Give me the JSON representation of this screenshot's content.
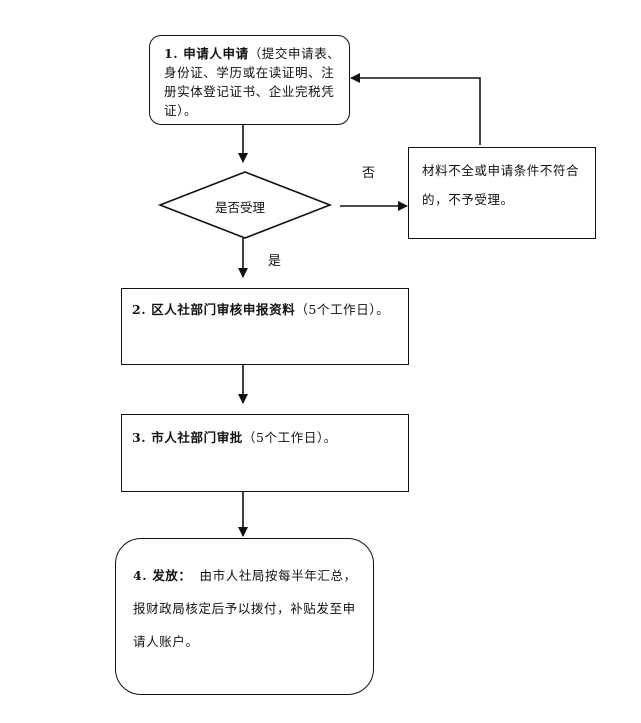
{
  "steps": {
    "step1": {
      "title": "1. 申请人申请",
      "body": "（提交申请表、身份证、学历或在读证明、注册实体登记证书、企业完税凭证）。"
    },
    "decision": {
      "label": "是否受理"
    },
    "reject": {
      "body": "材料不全或申请条件不符合的，不予受理。"
    },
    "branch_no": "否",
    "branch_yes": "是",
    "step2": {
      "title": "2. 区人社部门审核申报资料",
      "body": "（5个工作日）。"
    },
    "step3": {
      "title": "3. 市人社部门审批",
      "body": "（5个工作日）。"
    },
    "step4": {
      "title": "4. 发放：",
      "body": "由市人社局按每半年汇总，报财政局核定后予以拨付，补贴发至申请人账户。"
    }
  }
}
